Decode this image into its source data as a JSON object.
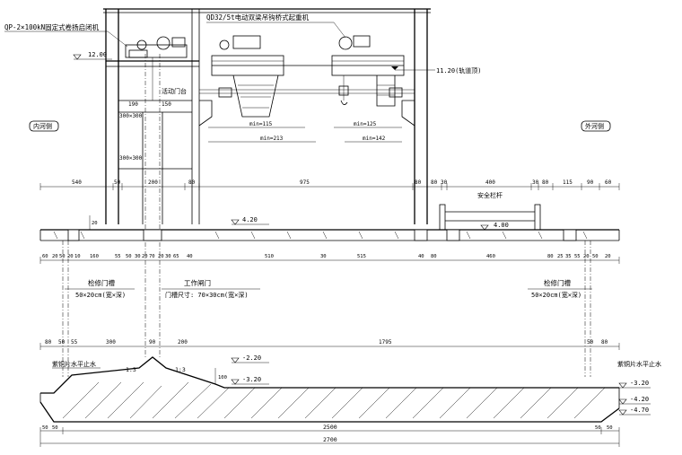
{
  "labels": {
    "hoist_fixed": "QP-2×100kN固定式卷扬启闭机",
    "crane": "QD32/5t电动双梁吊钩桥式起重机",
    "elev_top_left": "12.00",
    "elev_rail_top": "11.20(轨道顶)",
    "inner_side": "内河侧",
    "outer_side": "外河侧",
    "movable_gate": "活动门台",
    "w190": "190",
    "w150": "150",
    "dim_300a": "300×300",
    "dim_300b": "300×300",
    "min115": "min=115",
    "min125": "min=125",
    "min213": "min=213",
    "min142": "min=142",
    "safety_rail": "安全栏杆",
    "elev_420": "4.20",
    "elev_400": "4.00",
    "maint_slot_l": "检修门槽",
    "maint_slot_l_size": "50×20cm(宽×深)",
    "work_gate": "工作闸门",
    "work_gate_size": "门槽尺寸: 70×30cm(宽×深)",
    "maint_slot_r": "检修门槽",
    "maint_slot_r_size": "50×20cm(宽×深)",
    "copper_water_l": "紫铜片水平止水",
    "copper_water_r": "紫铜片水平止水",
    "elev_m220": "-2.20",
    "elev_m320": "-3.20",
    "elev_m320r": "-3.20",
    "elev_m420r": "-4.20",
    "elev_m470r": "-4.70",
    "slope_l": "1:3",
    "slope_r": "1:3",
    "h100": "100",
    "h20": "20",
    "total_2500": "2500",
    "total_2700": "2700"
  },
  "dims_row1": [
    "540",
    "50",
    "200",
    "80",
    "975",
    "80",
    "80",
    "30",
    "400",
    "30",
    "80",
    "115",
    "90",
    "60"
  ],
  "dims_row2": [
    "60",
    "20",
    "50",
    "20",
    "10",
    "160",
    "55",
    "50",
    "30",
    "20",
    "70",
    "20",
    "30",
    "65",
    "40",
    "510",
    "30",
    "515",
    "40",
    "80",
    "460",
    "80",
    "25",
    "35",
    "55",
    "20",
    "50",
    "20"
  ],
  "dims_row3": [
    "80",
    "50",
    "55",
    "300",
    "90",
    "200",
    "1795",
    "50",
    "80"
  ],
  "dims_bottom_small": [
    "50",
    "50",
    "50",
    "50"
  ]
}
